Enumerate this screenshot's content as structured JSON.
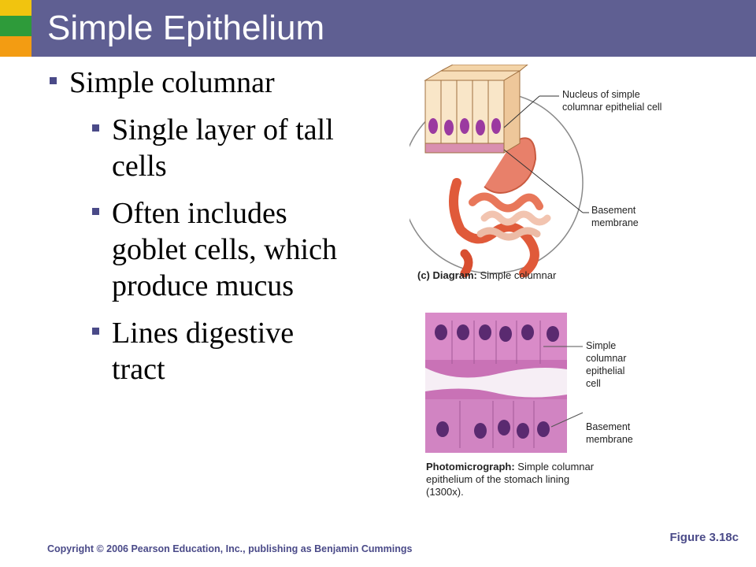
{
  "slide": {
    "title": "Simple Epithelium",
    "bullets": [
      {
        "level": 1,
        "text": "Simple columnar"
      },
      {
        "level": 2,
        "text": "Single layer of tall cells",
        "lines": [
          "Single layer of tall",
          "cells"
        ]
      },
      {
        "level": 2,
        "text": "Often includes goblet cells, which produce mucus",
        "lines": [
          "Often includes",
          "goblet cells, which",
          "produce mucus"
        ]
      },
      {
        "level": 2,
        "text": "Lines digestive tract",
        "lines": [
          "Lines digestive",
          "tract"
        ]
      }
    ]
  },
  "figure": {
    "diagram": {
      "callout_nucleus": [
        "Nucleus of simple",
        "columnar epithelial cell"
      ],
      "callout_basement": [
        "Basement",
        "membrane"
      ],
      "caption_prefix": "(c) Diagram:",
      "caption_text": " Simple columnar"
    },
    "photo": {
      "callout_cell": [
        "Simple",
        "columnar",
        "epithelial",
        "cell"
      ],
      "callout_basement": [
        "Basement",
        "membrane"
      ],
      "caption_prefix": "Photomicrograph:",
      "caption_lines": [
        " Simple columnar",
        "epithelium of the stomach lining",
        "(1300x)."
      ]
    },
    "reference": "Figure 3.18c"
  },
  "footer": {
    "copyright": "Copyright © 2006 Pearson Education, Inc., publishing as Benjamin Cummings"
  },
  "colors": {
    "title_bar": "#5f5f92",
    "bullet": "#4a4a88",
    "corner_yellow": "#f1c40f",
    "corner_green": "#2e9b3a",
    "corner_orange": "#f39c12"
  }
}
